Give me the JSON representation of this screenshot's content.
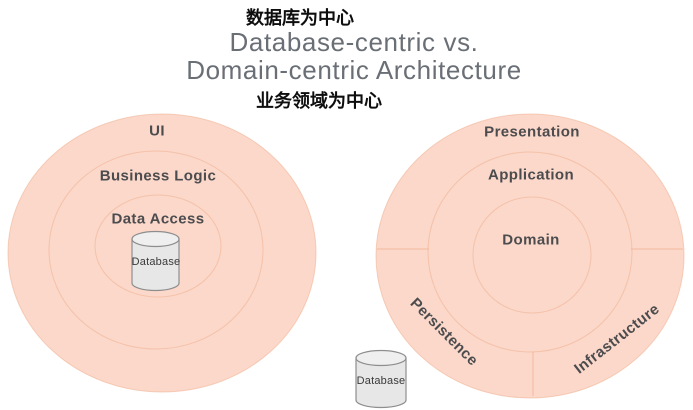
{
  "header": {
    "zh_top": "数据库为中心",
    "title_line1": "Database-centric vs.",
    "title_line2": "Domain-centric Architecture",
    "zh_bottom": "业务领域为中心"
  },
  "left_diagram": {
    "name": "Database-centric architecture",
    "rings": [
      {
        "label": "UI"
      },
      {
        "label": "Business Logic"
      },
      {
        "label": "Data Access"
      }
    ],
    "database_label": "Database"
  },
  "right_diagram": {
    "name": "Domain-centric architecture",
    "rings": [
      {
        "label": "Presentation"
      },
      {
        "label": "Application"
      },
      {
        "label": "Domain"
      }
    ],
    "segments": [
      {
        "label": "Persistence"
      },
      {
        "label": "Infrastructure"
      }
    ],
    "database_label": "Database"
  },
  "colors": {
    "circle_fill": "#fbd8ca",
    "circle_stroke": "#efac89",
    "title_text": "#6a6f76",
    "label_text": "#4c4c4e",
    "chinese_text": "#0e0e0e",
    "cylinder_fill": "#e7e7e7",
    "cylinder_stroke": "#8e8e8e"
  }
}
